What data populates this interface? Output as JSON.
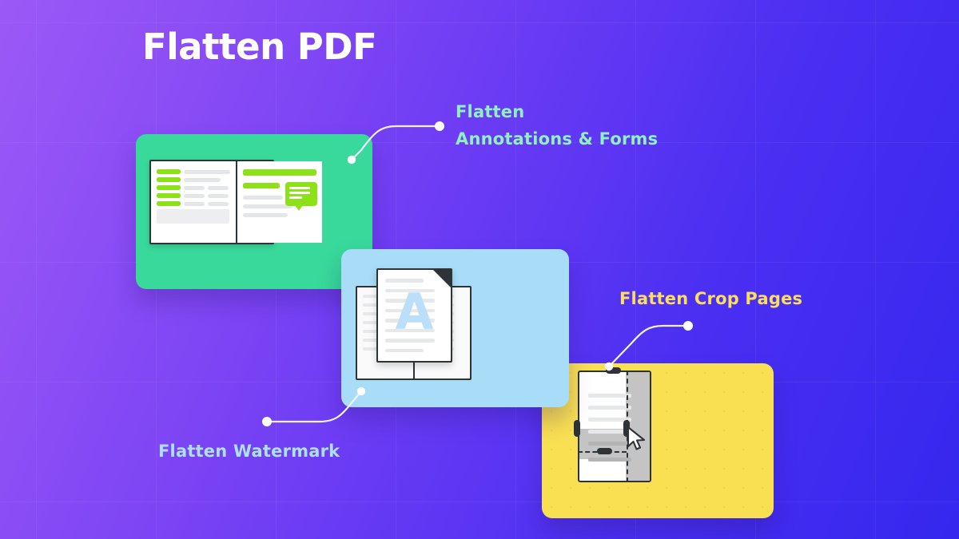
{
  "page": {
    "title": "Flatten PDF",
    "background": {
      "gradient_from": "#9B59F6",
      "gradient_to": "#3527EE",
      "grid": "on"
    }
  },
  "labels": [
    {
      "id": "annotations",
      "line1": "Flatten",
      "line2": "Annotations & Forms",
      "color": "#8FF0C0"
    },
    {
      "id": "watermark",
      "text": "Flatten Watermark",
      "color": "#ADE0FA"
    },
    {
      "id": "crop",
      "text": "Flatten Crop Pages",
      "color": "#FADE5C"
    }
  ],
  "cards": {
    "green": {
      "color": "#38D99A",
      "accent": "#8CE118",
      "illustration": "document-spread-with-forms-and-comment"
    },
    "blue": {
      "color": "#A8DCF7",
      "watermark_letter": "A",
      "watermark_color": "#BBDFFA",
      "illustration": "document-page-with-watermark"
    },
    "yellow": {
      "color": "#F9DF52",
      "illustration": "page-with-crop-selection-and-cursor"
    }
  },
  "connectors": [
    {
      "id": "annotations-connector",
      "color": "#F3F0FF"
    },
    {
      "id": "watermark-connector",
      "color": "#F3F0FF"
    },
    {
      "id": "crop-connector",
      "color": "#F3F0FF"
    }
  ]
}
